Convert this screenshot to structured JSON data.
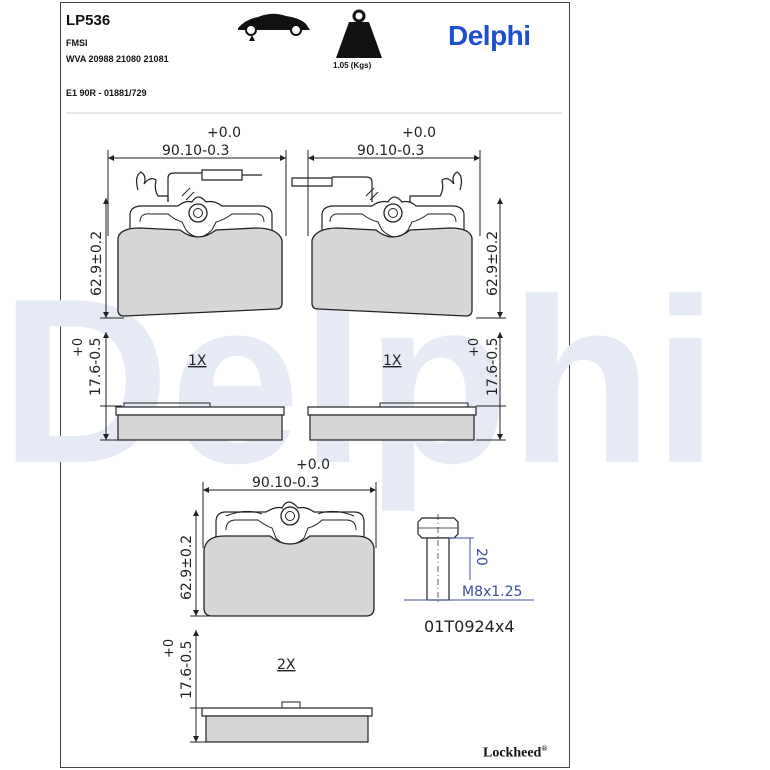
{
  "header": {
    "part_number": "LP536",
    "fmsi_label": "FMSI",
    "wva_line": "WVA 20988 21080 21081",
    "approval_line": "E1 90R - 01881/729",
    "weight": "1.05 (Kgs)",
    "brand": "Delphi"
  },
  "watermark": {
    "text": "Delphi"
  },
  "icons": {
    "car": "car-icon",
    "weight": "weight-icon"
  },
  "pads": {
    "top_left": {
      "width_tol_upper": "+0.0",
      "width": "90.10-0.3",
      "height": "62.9±0.2",
      "qty": "1X",
      "thk_tol_upper": "+0",
      "thickness": "17.6-0.5"
    },
    "top_right": {
      "width_tol_upper": "+0.0",
      "width": "90.10-0.3",
      "height": "62.9±0.2",
      "qty": "1X",
      "thk_tol_upper": "+0",
      "thickness": "17.6-0.5"
    },
    "bottom": {
      "width_tol_upper": "+0.0",
      "width": "90.10-0.3",
      "height": "62.9±0.2",
      "qty": "2X",
      "thk_tol_upper": "+0",
      "thickness": "17.6-0.5"
    }
  },
  "bolt": {
    "length": "20",
    "thread": "M8x1.25",
    "code": "01T0924x4"
  },
  "footer": {
    "brand": "Lockheed",
    "mark": "®"
  },
  "colors": {
    "brand_blue": "#1d4fd0",
    "pad_fill": "#d6d6d6",
    "watermark": "#e6eaf4",
    "bolt_dim": "#3b4f9a"
  }
}
